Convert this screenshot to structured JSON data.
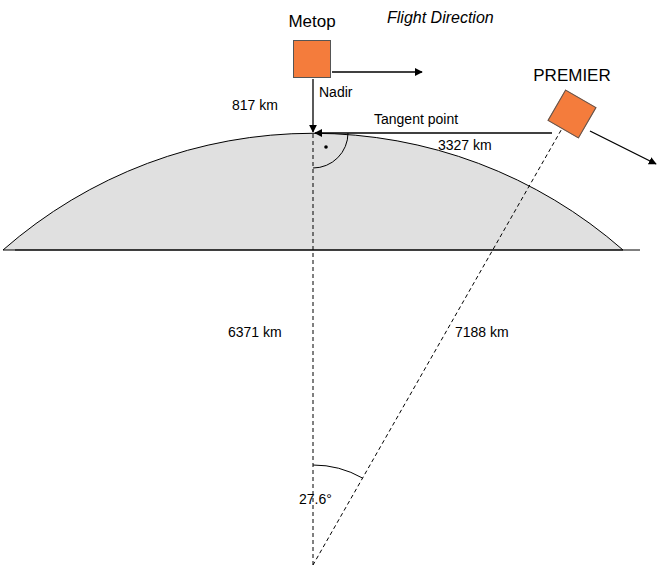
{
  "diagram": {
    "nodes": [
      {
        "text": [
          "Metop"
        ]
      },
      {
        "text": [
          "PREMIER"
        ]
      }
    ],
    "labels": [
      "Flight Direction",
      "Nadir",
      "817 km",
      "Tangent point",
      "3327 km",
      "6371 km",
      "7188 km",
      "27.6°"
    ]
  }
}
